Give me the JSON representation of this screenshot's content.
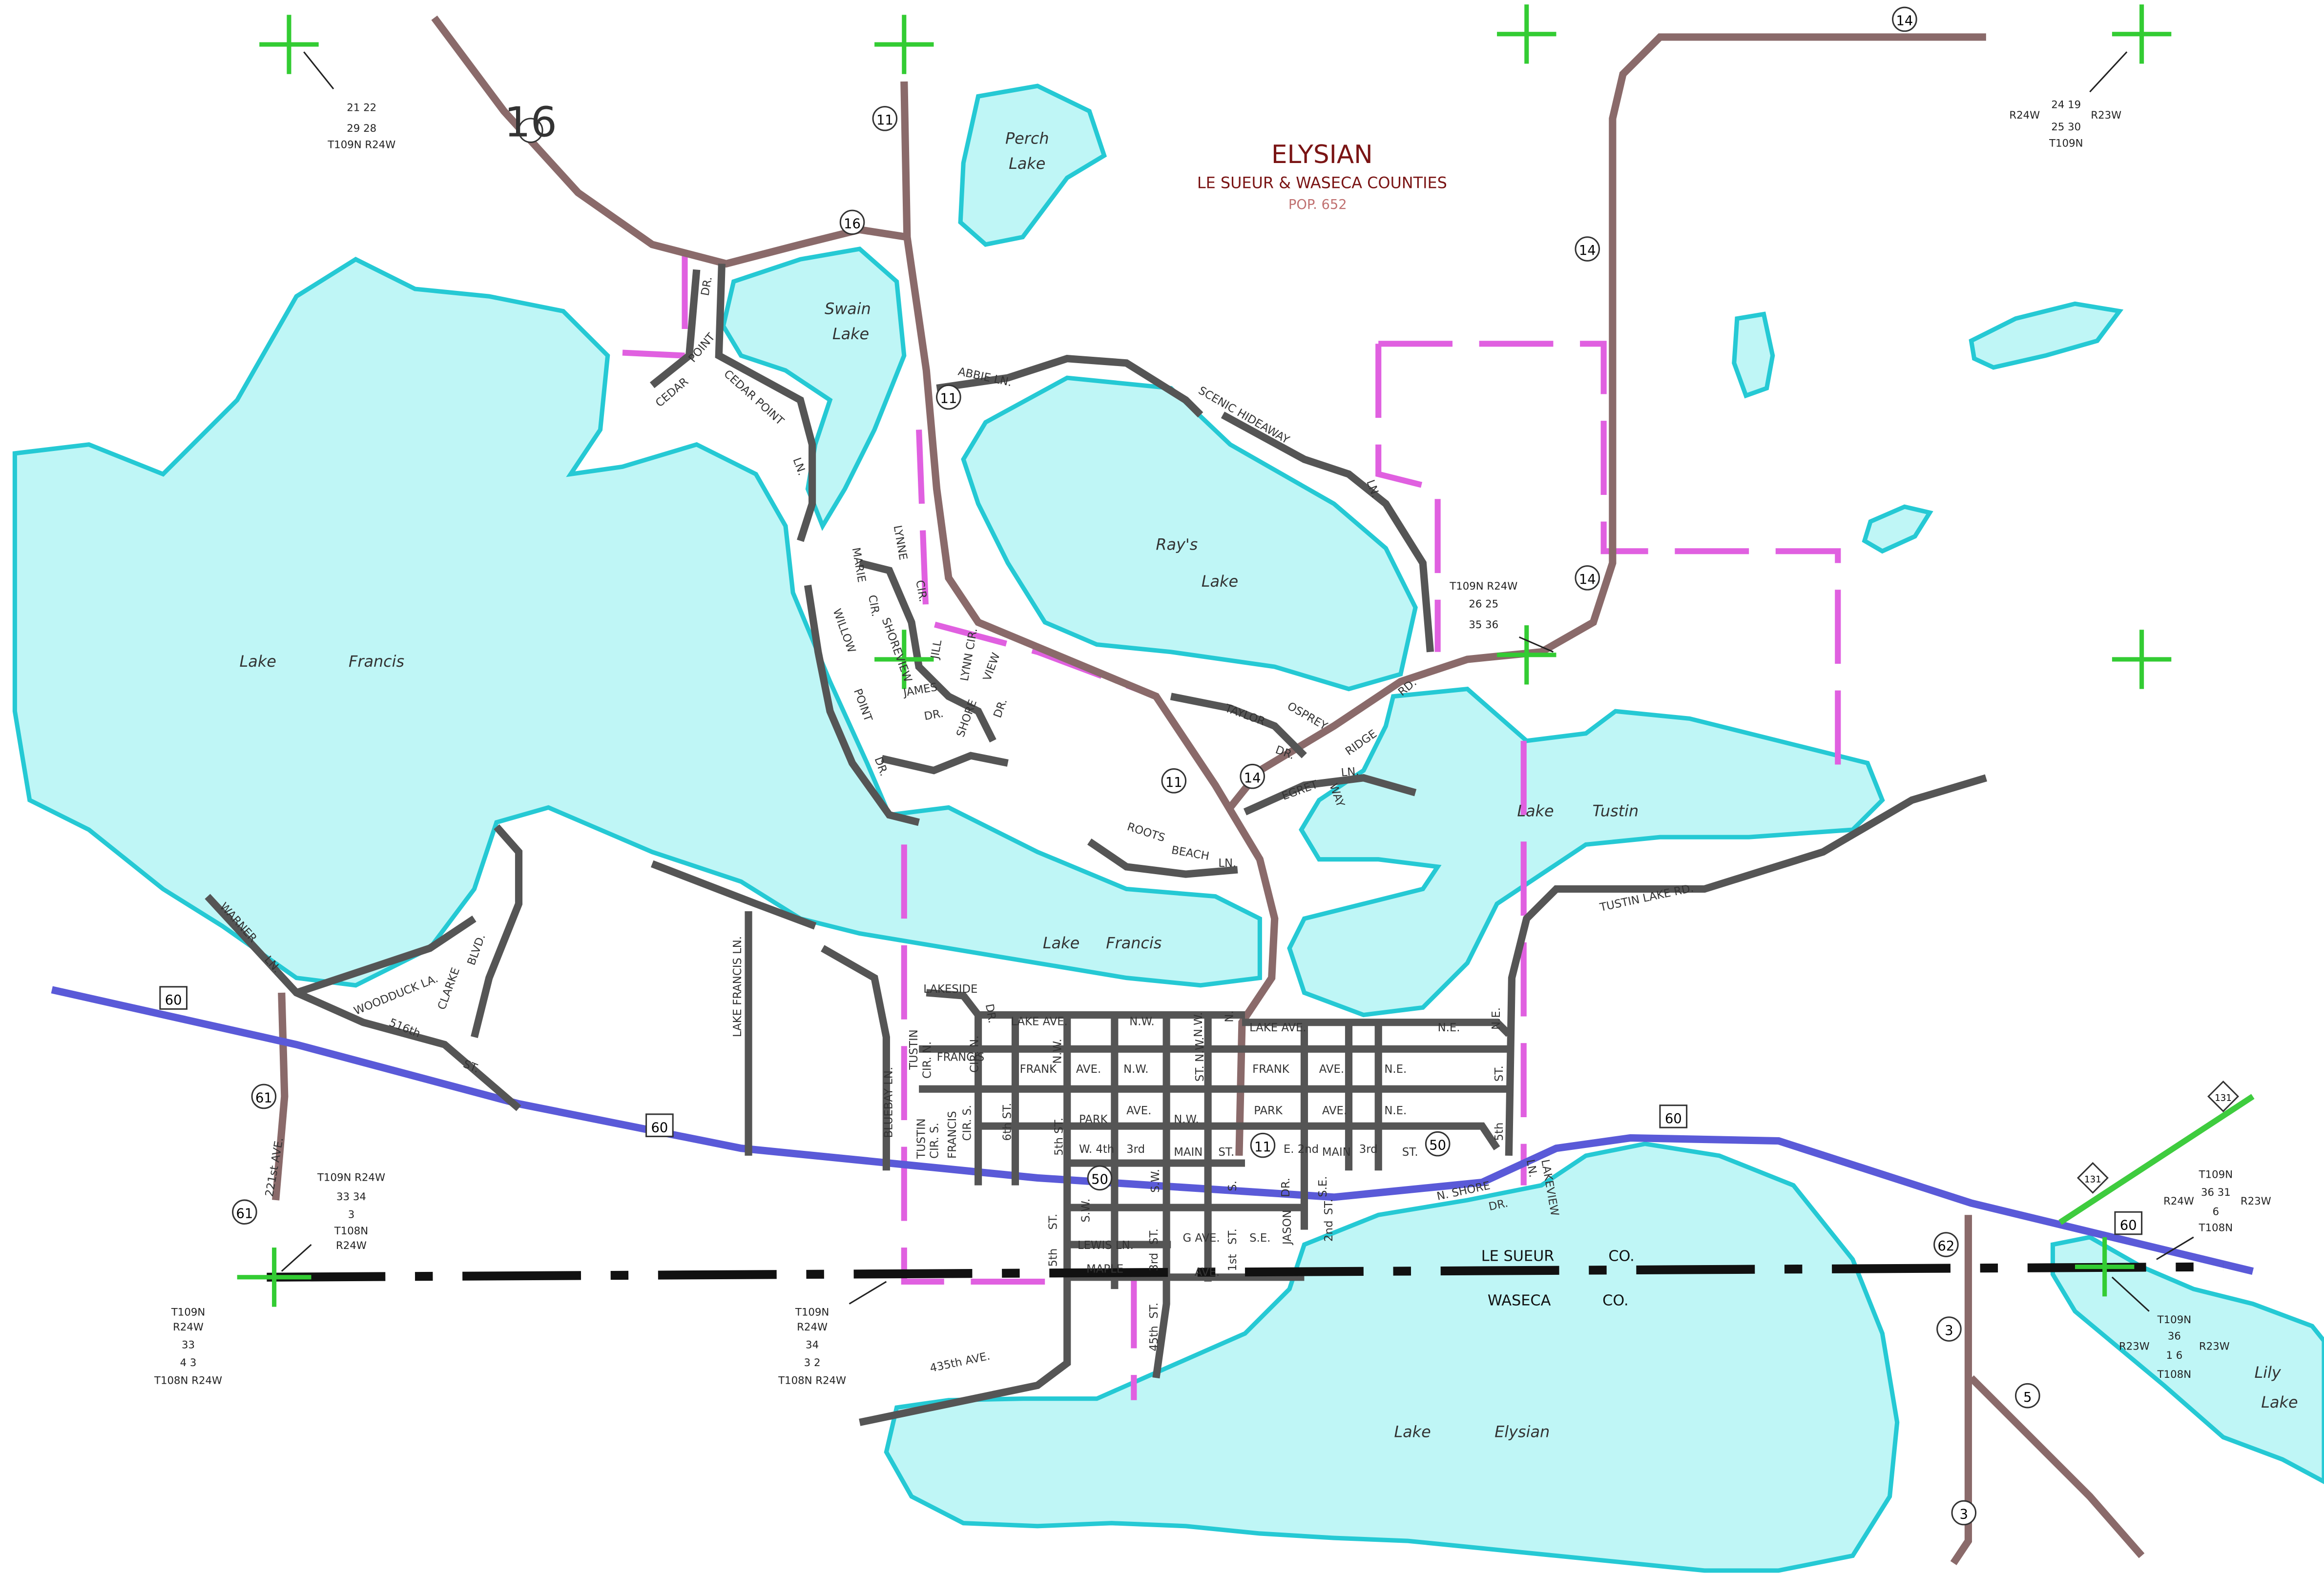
{
  "title": "ELYSIAN",
  "subtitle": "LE SUEUR  &  WASECA COUNTIES",
  "population": "POP. 652",
  "colors": {
    "lake_fill": "#bff6f6",
    "lake_stroke": "#25c9d4",
    "city_limits": "#e060e0",
    "us_highway": "#5a5ad8",
    "county_road": "#8a6a6a",
    "title": "#7a1414"
  },
  "lakes": {
    "perch": [
      "Perch",
      "Lake"
    ],
    "swain": [
      "Swain",
      "Lake"
    ],
    "rays": [
      "Ray's",
      "Lake"
    ],
    "francis_west": [
      "Lake",
      "Francis"
    ],
    "francis_south": [
      "Lake",
      "Francis"
    ],
    "tustin": [
      "Lake",
      "Tustin"
    ],
    "elysian": [
      "Lake",
      "Elysian"
    ],
    "lily": [
      "Lily",
      "Lake"
    ]
  },
  "counties": {
    "north": "LE SUEUR",
    "south": "WASECA",
    "co": "CO."
  },
  "shields": {
    "r16a": "16",
    "r16b": "16",
    "r11a": "11",
    "r11b": "11",
    "r11c": "11",
    "r11d": "11",
    "r14a": "14",
    "r14b": "14",
    "r14c": "14",
    "r14d": "14",
    "r61a": "61",
    "r61b": "61",
    "r50a": "50",
    "r50b": "50",
    "r62": "62",
    "r3a": "3",
    "r3b": "3",
    "r5": "5",
    "us60a": "60",
    "us60b": "60",
    "us60c": "60",
    "us60d": "60",
    "mn131a": "131",
    "mn131b": "131"
  },
  "streets": {
    "cedar_point_dr_1": "CEDAR",
    "cedar_point_dr_2": "POINT",
    "cedar_point_dr_3": "DR.",
    "cedar_point_ln_1": "CEDAR POINT",
    "cedar_point_ln_2": "LN.",
    "abbie": "ABBIE      LN.",
    "scenic": "SCENIC      HIDEAWAY",
    "ln": "LN.",
    "marie": "MARIE",
    "cir": "CIR.",
    "lynne": "LYNNE",
    "cir2": "CIR.",
    "willow": "WILLOW",
    "point": "POINT",
    "dr": "DR.",
    "shoreview": "SHOREVIEW",
    "james": "JAMES",
    "jill": "JILL",
    "lynn_cir": "LYNN CIR.",
    "shore": "SHORE",
    "view": "VIEW",
    "dr2": "DR.",
    "dr3": "DR.",
    "taylor": "TAYLOR",
    "tdr": "DR.",
    "osprey": "OSPREY",
    "ridge": "RIDGE",
    "rd": "RD.",
    "egret": "EGRET",
    "egln": "LN.",
    "way": "WAY",
    "roots": "ROOTS",
    "beach": "BEACH",
    "rbln": "LN.",
    "tustin_lake_rd": "TUSTIN      LAKE      RD.",
    "warner": "WARNER",
    "wln": "LN.",
    "woodduck": "WOODDUCK LA.",
    "clarke": "CLARKE",
    "blvd": "BLVD.",
    "s516": "516th",
    "st": "ST.",
    "lake_francis_ln": "LAKE  FRANCIS  LN.",
    "bluebay": "BLUEBAY   LN.",
    "lakeside": "LAKESIDE",
    "lakeside_dr": "DR.",
    "lake_ave": "LAKE   AVE.",
    "nw1": "N.W.",
    "nw2": "N.W.",
    "lake_ave2": "LAKE    AVE.",
    "ne1": "N.E.",
    "ne_v": "N.E.",
    "tustin_cir_n": "TUSTIN",
    "cirn": "CIR. N.",
    "francis_cir_n1": "FRANCIS",
    "francis_cir_n2": "CIR. N.",
    "tustin_cir_s": "TUSTIN",
    "cirs": "CIR. S.",
    "francis_cir_s1": "FRANCIS",
    "francis_cir_s2": "CIR. S.",
    "frank1": "FRANK",
    "ave1": "AVE.",
    "nw3": "N.W.",
    "frank2": "FRANK",
    "ave2": "AVE.",
    "ne2": "N.E.",
    "s6th": "6th   ST.",
    "s5th": "5th   ST.",
    "nw4": "N.W.",
    "st_nw": "ST. N.W.",
    "n1": "N.",
    "park1": "PARK",
    "ave3": "AVE.",
    "nw5": "N.W.",
    "park2": "PARK",
    "ave4": "AVE.",
    "ne3": "N.E.",
    "w4th": "W. 4th",
    "s3rd": "3rd",
    "main1": "MAIN",
    "st1": "ST.",
    "e2nd": "E. 2nd",
    "main2": "MAIN",
    "s3rd2": "3rd",
    "st2": "ST.",
    "s5th_e": "5th",
    "st_e": "ST.",
    "sw1": "S.W.",
    "sw2": "S.W.",
    "s_dr": "DR.",
    "se1": "S.E.",
    "s1": "S.",
    "n_shore": "N. SHORE",
    "nsdr": "DR.",
    "lakeview": "LAKEVIEW",
    "lvln": "LN.",
    "lewis": "LEWIS LN.",
    "gave": "G AVE.",
    "se2": "S.E.",
    "jason": "JASON",
    "maple": "MAPLE",
    "ave5": "AVE.",
    "s5th_s": "5th",
    "st3": "ST.",
    "s3rd3": "3rd",
    "st4": "ST.",
    "s1st": "1st",
    "st5": "ST.",
    "s2nd": "2nd",
    "st6": "ST.",
    "s45th": "45th",
    "st7": "ST.",
    "ave435": "435th     AVE.",
    "ave221": "221st  AVE."
  },
  "section_markers": {
    "nw": [
      "21 22",
      "29 28",
      "T109N  R24W"
    ],
    "ne": [
      "24 19",
      "25 30",
      "T109N",
      "R24W",
      "R23W"
    ],
    "center": [
      "T109N  R24W",
      "26 25",
      "35 36"
    ],
    "sw_top": [
      "T109N  R24W",
      "33 34",
      "3",
      "T108N",
      "R24W"
    ],
    "sw_bot": [
      "T109N",
      "R24W",
      "33",
      "4 3",
      "T108N  R24W"
    ],
    "s_mid": [
      "T109N",
      "R24W",
      "34",
      "3 2",
      "T108N  R24W"
    ],
    "se_top": [
      "T109N",
      "36 31",
      "6",
      "T108N",
      "R24W",
      "R23W"
    ],
    "se_bot": [
      "T109N",
      "36",
      "1 6",
      "T108N",
      "R23W",
      "R23W"
    ]
  }
}
